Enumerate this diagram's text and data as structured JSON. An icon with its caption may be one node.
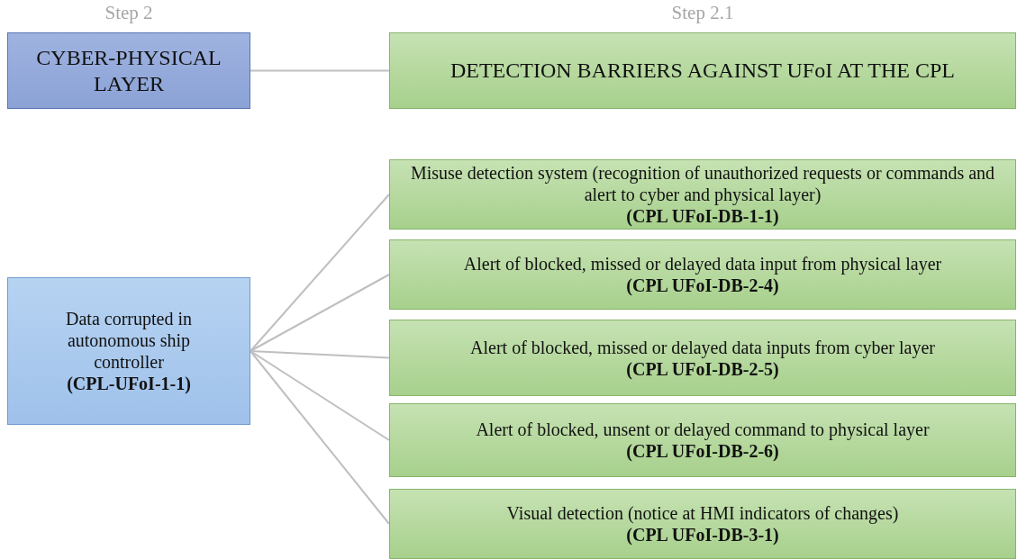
{
  "diagram": {
    "nodes": [
      {
        "text": [
          "CYBER-PHYSICAL LAYER"
        ],
        "beside": [
          "Step 2"
        ]
      },
      {
        "text": [
          "DETECTION BARRIERS AGAINST UFoI AT THE CPL"
        ],
        "beside": [
          "Step 2.1"
        ]
      },
      {
        "text": [
          "Data corrupted in autonomous ship controller",
          "(CPL-UFoI-1-1)"
        ]
      },
      {
        "text": [
          "Misuse detection system (recognition of unauthorized requests or commands and alert to cyber and physical layer)",
          "(CPL UFoI-DB-1-1)"
        ]
      },
      {
        "text": [
          "Alert of blocked, missed or delayed data input from physical layer",
          "(CPL UFoI-DB-2-4)"
        ]
      },
      {
        "text": [
          "Alert of blocked, missed or delayed data inputs from cyber layer",
          "(CPL UFoI-DB-2-5)"
        ]
      },
      {
        "text": [
          "Alert of blocked, unsent or delayed command to physical layer",
          "(CPL UFoI-DB-2-6)"
        ]
      },
      {
        "text": [
          "Visual detection (notice at HMI indicators of changes)",
          "(CPL UFoI-DB-3-1)"
        ]
      }
    ],
    "edges": [
      {
        "from": 0,
        "to": 1,
        "arrow": "none"
      },
      {
        "from": 2,
        "to": 3,
        "arrow": "none"
      },
      {
        "from": 2,
        "to": 4,
        "arrow": "none"
      },
      {
        "from": 2,
        "to": 5,
        "arrow": "none"
      },
      {
        "from": 2,
        "to": 6,
        "arrow": "none"
      },
      {
        "from": 2,
        "to": 7,
        "arrow": "none"
      }
    ]
  }
}
